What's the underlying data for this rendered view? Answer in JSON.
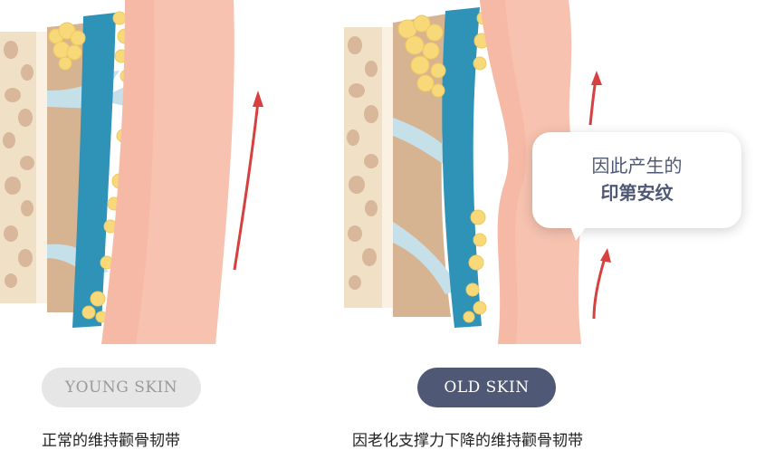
{
  "young": {
    "pill_label": "YOUNG SKIN",
    "caption": "正常的维持颧骨韧带"
  },
  "old": {
    "pill_label": "OLD SKIN",
    "caption": "因老化支撑力下降的维持颧骨韧带",
    "bubble_line1": "因此产生的",
    "bubble_line2": "印第安纹"
  },
  "colors": {
    "bone": "#efe0c6",
    "bone_spot": "#d8b79a",
    "tissue": "#d7b491",
    "ligament": "#c6e0ea",
    "muscle": "#2f92b7",
    "fat": "#f7d97a",
    "skin": "#f6b9a5",
    "arrow": "#d83f3f",
    "pill_old": "#4f5875",
    "pill_young": "#e6e6e6"
  }
}
